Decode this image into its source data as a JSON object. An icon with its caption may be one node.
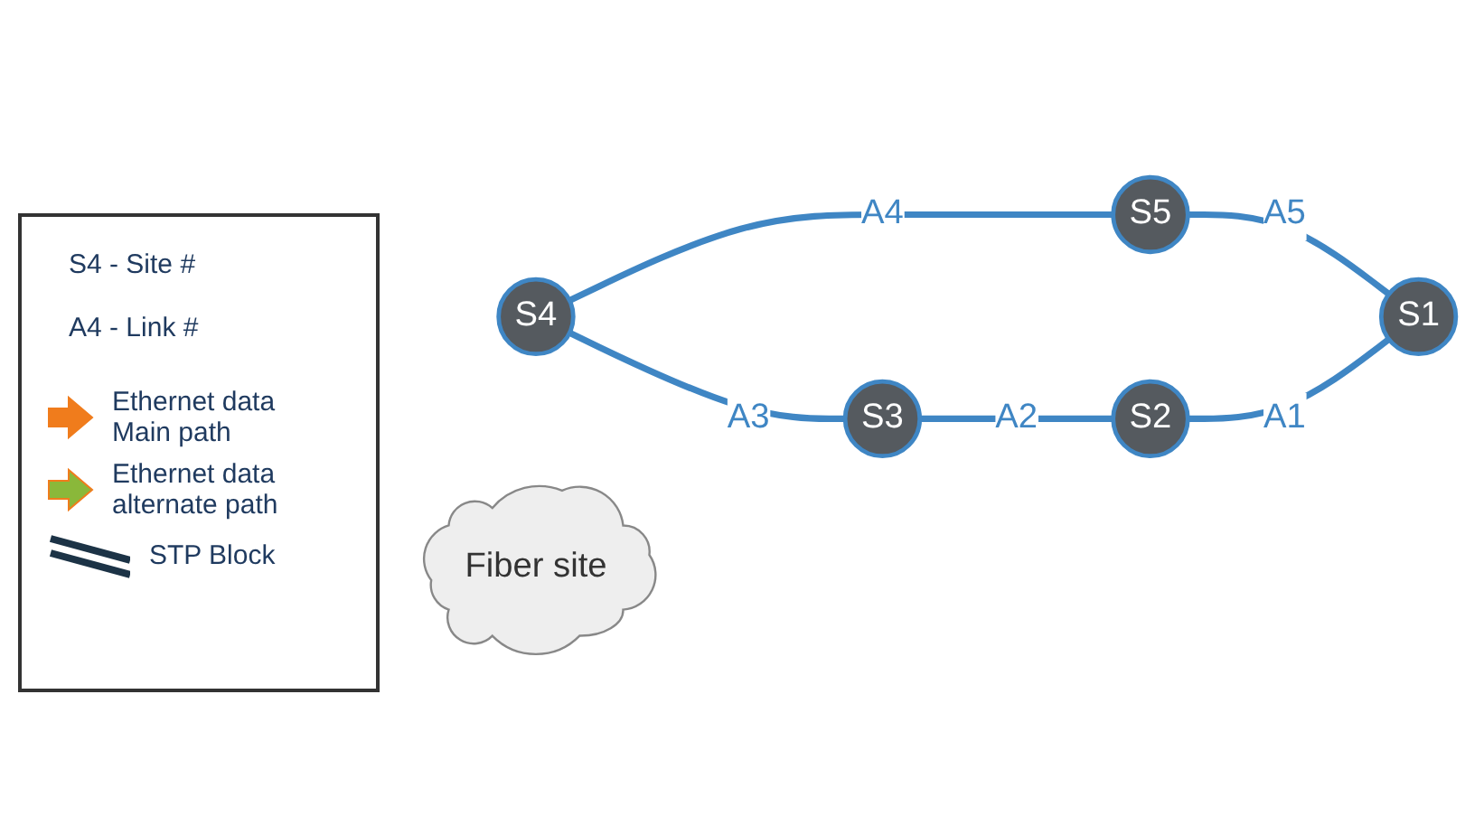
{
  "diagram": {
    "nodes": [
      {
        "text": [
          "S4"
        ]
      },
      {
        "text": [
          "S5"
        ]
      },
      {
        "text": [
          "Fiber site"
        ]
      },
      {
        "text": [
          "S1"
        ]
      },
      {
        "text": [
          "S3"
        ]
      },
      {
        "text": [
          "S2"
        ]
      }
    ],
    "edges": [
      {
        "from": 0,
        "to": 1,
        "arrow": "none",
        "label": "A4"
      },
      {
        "from": 1,
        "to": 3,
        "arrow": "none",
        "label": "A5"
      },
      {
        "from": 0,
        "to": 4,
        "arrow": "none",
        "label": "A3"
      },
      {
        "from": 4,
        "to": 5,
        "arrow": "none",
        "label": "A2"
      },
      {
        "from": 5,
        "to": 3,
        "arrow": "none",
        "label": "A1"
      }
    ],
    "labels": [
      "S4 - Site #",
      "A4 - Link #"
    ],
    "legend": [
      {
        "text": "Ethernet data Main path",
        "color": "#f07c1c"
      },
      {
        "text": "Ethernet data alternate path",
        "color": "#8ab83a"
      },
      {
        "text": "STP Block"
      }
    ]
  }
}
